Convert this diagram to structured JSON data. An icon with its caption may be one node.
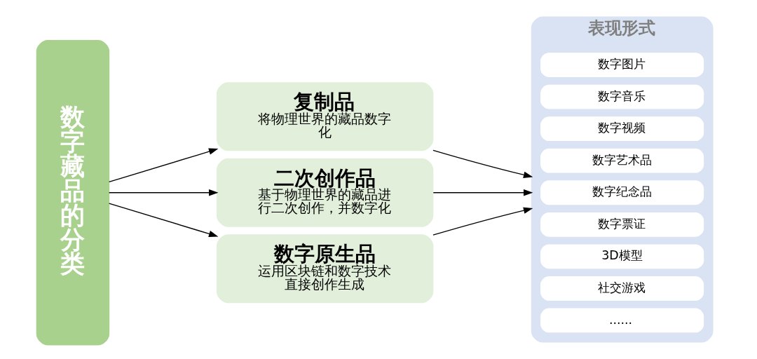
{
  "diagram": {
    "nodes": [
      {
        "text": [
          "数字藏品的分类"
        ]
      },
      {
        "text": [
          "复制品",
          "将物理世界的藏品数字化"
        ]
      },
      {
        "text": [
          "二次创作品",
          "基于物理世界的藏品进行二次创作，并数字化"
        ]
      },
      {
        "text": [
          "数字原生品",
          "运用区块链和数字技术直接创作生成"
        ]
      },
      {
        "text": [
          "表现形式"
        ]
      },
      {
        "text": [
          "数字图片"
        ],
        "in": 4
      },
      {
        "text": [
          "数字音乐"
        ],
        "in": 4
      },
      {
        "text": [
          "数字视频"
        ],
        "in": 4
      },
      {
        "text": [
          "数字艺术品"
        ],
        "in": 4
      },
      {
        "text": [
          "数字纪念品"
        ],
        "in": 4
      },
      {
        "text": [
          "数字票证"
        ],
        "in": 4
      },
      {
        "text": [
          "3D模型"
        ],
        "in": 4
      },
      {
        "text": [
          "社交游戏"
        ],
        "in": 4
      },
      {
        "text": [
          "......"
        ],
        "in": 4
      }
    ],
    "edges": [
      {
        "from": 0,
        "to": 1,
        "arrow": "to"
      },
      {
        "from": 0,
        "to": 2,
        "arrow": "to"
      },
      {
        "from": 0,
        "to": 3,
        "arrow": "to"
      },
      {
        "from": 1,
        "to": 4,
        "arrow": "to"
      },
      {
        "from": 2,
        "to": 4,
        "arrow": "to"
      },
      {
        "from": 3,
        "to": 4,
        "arrow": "to"
      }
    ]
  }
}
